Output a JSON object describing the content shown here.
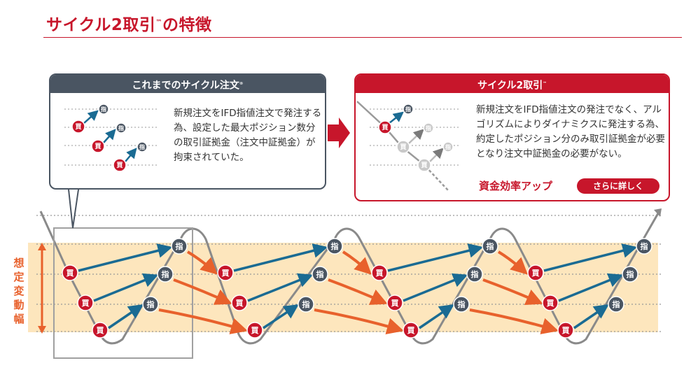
{
  "title": {
    "text": "サイクル2取引",
    "mark": "™",
    "suffix": "の特徴"
  },
  "left_panel": {
    "header": "これまでのサイクル注文",
    "header_mark": "®",
    "description": "新規注文をIFD指値注文で発注する為、設定した最大ポジション数分の取引証拠金（注文中証拠金）が拘束されていた。"
  },
  "right_panel": {
    "header": "サイクル2取引",
    "header_mark": "™",
    "description": "新規注文をIFD指値注文の発注でなく、アルゴリズムによりダイナミクスに発注する為、約定したポジション分のみ取引証拠金が必要となり注文中証拠金の必要がない。",
    "efficiency": "資金効率アップ",
    "more_button": "さらに詳しく"
  },
  "vertical_label": "想定変動幅",
  "badges": {
    "buy": "買",
    "limit": "指"
  },
  "colors": {
    "red": "#c7162b",
    "dark": "#4a5562",
    "orange": "#e8612c",
    "band": "#fde6bd",
    "blue": "#1a6b93"
  }
}
